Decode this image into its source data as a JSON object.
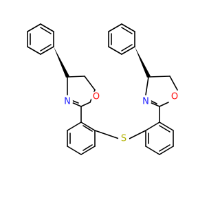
{
  "molecule": {
    "atoms": {
      "N1": {
        "label": "N",
        "color": "#2121ff"
      },
      "O1": {
        "label": "O",
        "color": "#ff0d0d"
      },
      "N2": {
        "label": "N",
        "color": "#2121ff"
      },
      "O2": {
        "label": "O",
        "color": "#ff0d0d"
      },
      "S": {
        "label": "S",
        "color": "#b2b200"
      }
    }
  }
}
